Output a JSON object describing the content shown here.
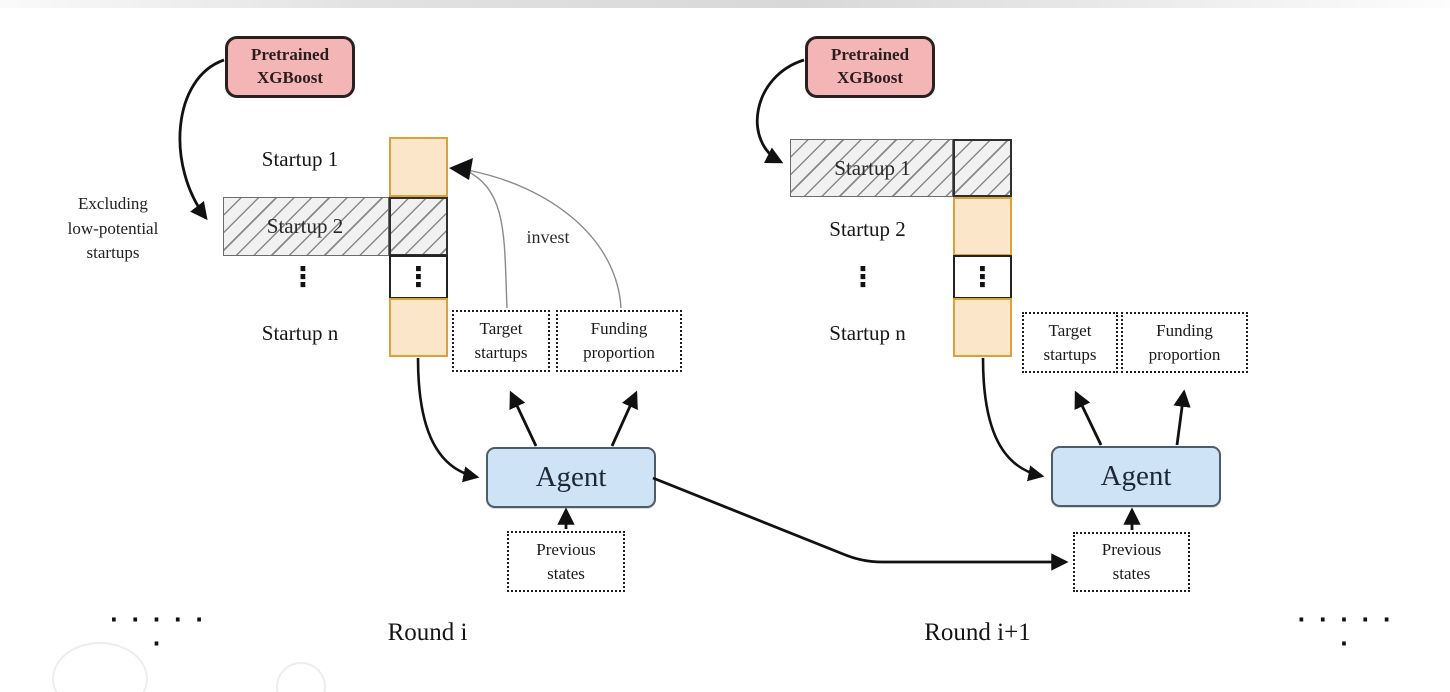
{
  "figure": {
    "rounds": [
      {
        "name": "round-i",
        "round_label": "Round i",
        "pretrained_box": "Pretrained\nXGBoost",
        "excluding_note": "Excluding\nlow-potential\nstartups",
        "invest_label": "invest",
        "startup_row1": "Startup 1",
        "startup_row2": "Startup 2",
        "startup_dots": "⋮",
        "startup_rown": "Startup n",
        "excluded_startup": "Startup 2",
        "target_box": "Target\nstartups",
        "funding_box": "Funding\nproportion",
        "agent_label": "Agent",
        "previous_states_box": "Previous\nstates"
      },
      {
        "name": "round-i-plus-1",
        "round_label": "Round i+1",
        "pretrained_box": "Pretrained\nXGBoost",
        "startup_row1": "Startup 1",
        "startup_row2": "Startup 2",
        "startup_dots": "⋮",
        "startup_rown": "Startup n",
        "excluded_startup": "Startup 1",
        "target_box": "Target\nstartups",
        "funding_box": "Funding\nproportion",
        "agent_label": "Agent",
        "previous_states_box": "Previous\nstates"
      }
    ],
    "ellipsis_left": "· · ·   · · ·",
    "ellipsis_right": "· · ·   · · ·",
    "colors": {
      "pink_fill": "#f3b5b5",
      "pink_border": "#2a2020",
      "orange_fill": "#fce6c9",
      "orange_border": "#dda03a",
      "hatch_fill": "#f1f1f1",
      "agent_fill": "#cfe3f6",
      "agent_border": "#4e5c68",
      "arrow": "#111111"
    }
  }
}
